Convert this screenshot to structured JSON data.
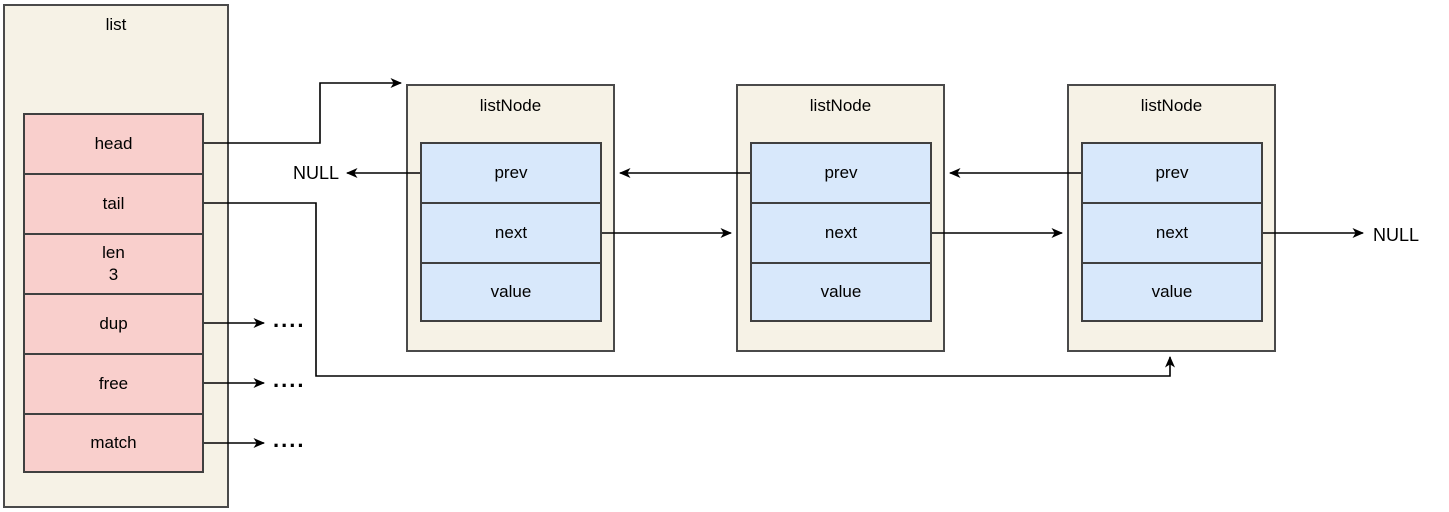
{
  "diagram_type": "doubly-linked-list-structure",
  "colors": {
    "box_fill": "#f6f2e6",
    "box_border": "#4a4a4a",
    "list_cell_fill": "#f9cfcc",
    "node_cell_fill": "#d8e8fb",
    "cell_border": "#404040",
    "arrow_line": "#000000",
    "text": "#000000"
  },
  "list_struct": {
    "title": "list",
    "fields": [
      {
        "label": "head"
      },
      {
        "label": "tail"
      },
      {
        "label": "len",
        "value": "3"
      },
      {
        "label": "dup"
      },
      {
        "label": "free"
      },
      {
        "label": "match"
      }
    ]
  },
  "nodes": [
    {
      "title": "listNode",
      "fields": [
        "prev",
        "next",
        "value"
      ]
    },
    {
      "title": "listNode",
      "fields": [
        "prev",
        "next",
        "value"
      ]
    },
    {
      "title": "listNode",
      "fields": [
        "prev",
        "next",
        "value"
      ]
    }
  ],
  "labels": {
    "null_prev": "NULL",
    "null_next": "NULL",
    "dots_dup": "....",
    "dots_free": "....",
    "dots_match": "...."
  }
}
